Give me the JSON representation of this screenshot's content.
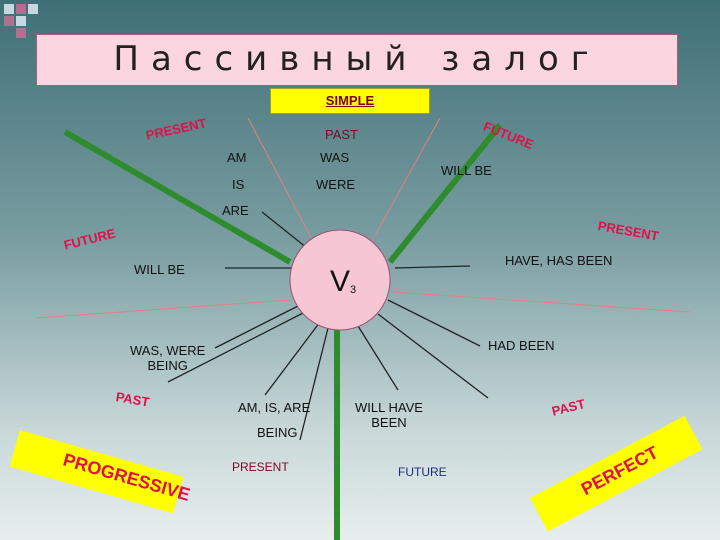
{
  "title": "Пассивный залог",
  "simple": "SIMPLE",
  "top_branch": {
    "present": "PRESENT",
    "past": "PAST",
    "future": "FUTURE",
    "am": "AM",
    "is": "IS",
    "are": "ARE",
    "was": "WAS",
    "were": "WERE",
    "will_be": "WILL BE"
  },
  "left_branch": {
    "future": "FUTURE",
    "will_be": "WILL BE",
    "was_were": "WAS, WERE",
    "being": "BEING",
    "past": "PAST"
  },
  "right_branch": {
    "present": "PRESENT",
    "have_has_been": "HAVE, HAS BEEN",
    "had_been": "HAD BEEN",
    "past": "PAST"
  },
  "center": {
    "v": "V",
    "sub": "3"
  },
  "bottom": {
    "am_is_are": "AM, IS, ARE",
    "being": "BEING",
    "present": "PRESENT",
    "will_have": "WILL HAVE",
    "been": "BEEN",
    "future": "FUTURE"
  },
  "banners": {
    "progressive": "PROGRESSIVE",
    "perfect": "PERFECT"
  },
  "colors": {
    "stem": "#2e8b2e",
    "accent": "#e0104a",
    "banner": "#ffff00",
    "circle": "#f7c6d4"
  }
}
